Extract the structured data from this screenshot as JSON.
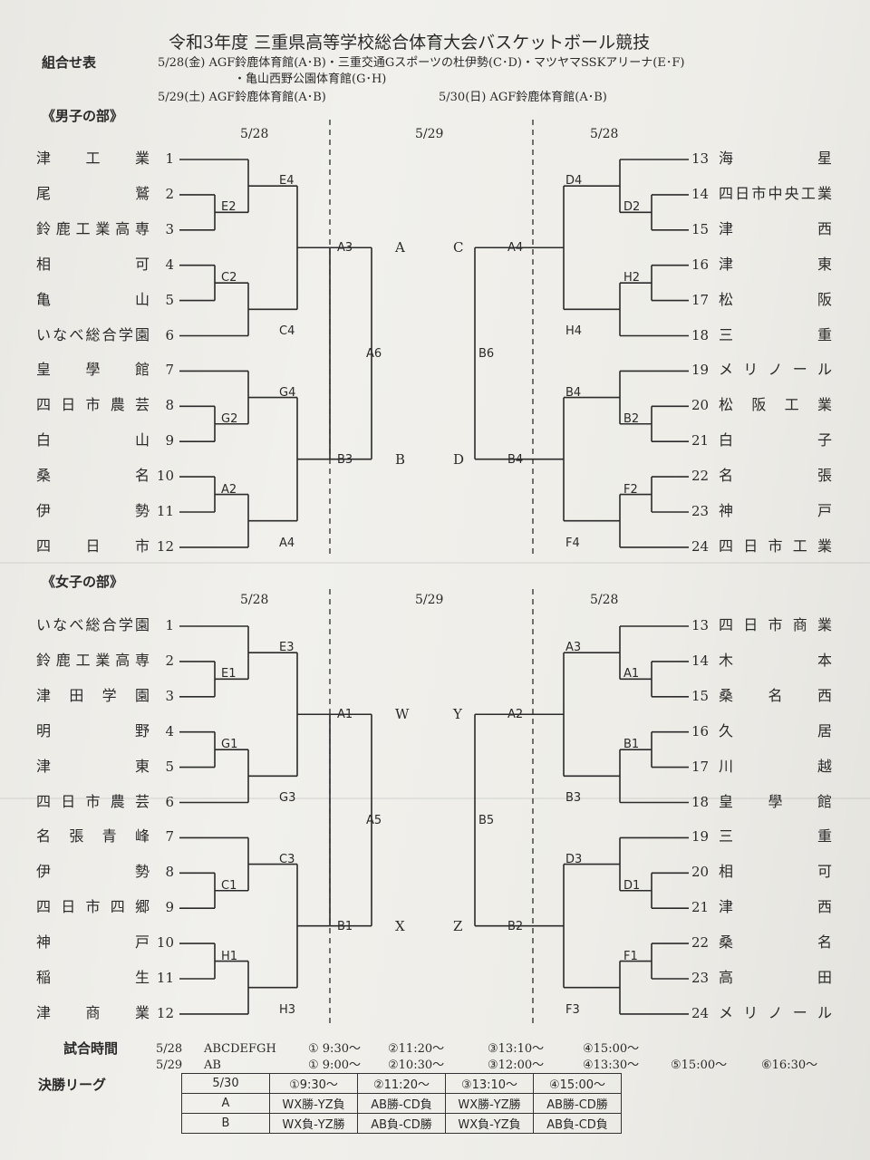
{
  "header": {
    "title": "令和3年度 三重県高等学校総合体育大会バスケットボール競技",
    "section": "組合せ表",
    "venue_line1": "5/28(金) AGF鈴鹿体育館(A･B)・三重交通Gスポーツの杜伊勢(C･D)・マツヤマSSKアリーナ(E･F)",
    "venue_line2": "・亀山西野公園体育館(G･H)",
    "venue_0529": "5/29(土) AGF鈴鹿体育館(A･B)",
    "venue_0530": "5/30(日) AGF鈴鹿体育館(A･B)"
  },
  "boys": {
    "label": "《男子の部》",
    "dates": [
      "5/28",
      "5/29",
      "5/28"
    ],
    "left_teams": [
      {
        "name": "津　工　業",
        "num": "1"
      },
      {
        "name": "尾　　　鷲",
        "num": "2"
      },
      {
        "name": "鈴鹿工業高専",
        "num": "3"
      },
      {
        "name": "相　　　可",
        "num": "4"
      },
      {
        "name": "亀　　　山",
        "num": "5"
      },
      {
        "name": "いなべ総合学園",
        "num": "6"
      },
      {
        "name": "皇　學　館",
        "num": "7"
      },
      {
        "name": "四日市農芸",
        "num": "8"
      },
      {
        "name": "白　　　山",
        "num": "9"
      },
      {
        "name": "桑　　　名",
        "num": "10"
      },
      {
        "name": "伊　　　勢",
        "num": "11"
      },
      {
        "name": "四　日　市",
        "num": "12"
      }
    ],
    "right_teams": [
      {
        "num": "13",
        "name": "海　　　　　星"
      },
      {
        "num": "14",
        "name": "四日市中央工業"
      },
      {
        "num": "15",
        "name": "津　　　　　西"
      },
      {
        "num": "16",
        "name": "津　　　　　東"
      },
      {
        "num": "17",
        "name": "松　　　　　阪"
      },
      {
        "num": "18",
        "name": "三　　　　　重"
      },
      {
        "num": "19",
        "name": "メ リ ノ ー ル"
      },
      {
        "num": "20",
        "name": "松 阪 工 業"
      },
      {
        "num": "21",
        "name": "白　　　　　子"
      },
      {
        "num": "22",
        "name": "名　　　　　張"
      },
      {
        "num": "23",
        "name": "神　　　　　戸"
      },
      {
        "num": "24",
        "name": "四 日 市 工 業"
      }
    ],
    "codes": {
      "l1": "E4",
      "l2": "E2",
      "l3": "C2",
      "l4": "C4",
      "l5": "G4",
      "l6": "G2",
      "l7": "A2",
      "l8": "A4",
      "l9": "A3",
      "l10": "B3",
      "l11": "A6",
      "r1": "D4",
      "r2": "D2",
      "r3": "H2",
      "r4": "H4",
      "r5": "B4",
      "r6": "B2",
      "r7": "F2",
      "r8": "F4",
      "r9": "A4",
      "r10": "B4",
      "r11": "B6"
    },
    "slots": {
      "top_left": "A",
      "bottom_left": "B",
      "top_right": "C",
      "bottom_right": "D"
    }
  },
  "girls": {
    "label": "《女子の部》",
    "dates": [
      "5/28",
      "5/29",
      "5/28"
    ],
    "left_teams": [
      {
        "name": "いなべ総合学園",
        "num": "1"
      },
      {
        "name": "鈴鹿工業高専",
        "num": "2"
      },
      {
        "name": "津 田 学 園",
        "num": "3"
      },
      {
        "name": "明　　　野",
        "num": "4"
      },
      {
        "name": "津　　　東",
        "num": "5"
      },
      {
        "name": "四日市農芸",
        "num": "6"
      },
      {
        "name": "名 張 青 峰",
        "num": "7"
      },
      {
        "name": "伊　　　勢",
        "num": "8"
      },
      {
        "name": "四日市四郷",
        "num": "9"
      },
      {
        "name": "神　　　戸",
        "num": "10"
      },
      {
        "name": "稲　　　生",
        "num": "11"
      },
      {
        "name": "津　商　業",
        "num": "12"
      }
    ],
    "right_teams": [
      {
        "num": "13",
        "name": "四 日 市 商 業"
      },
      {
        "num": "14",
        "name": "木　　　　　本"
      },
      {
        "num": "15",
        "name": "桑　　名　　西"
      },
      {
        "num": "16",
        "name": "久　　　　　居"
      },
      {
        "num": "17",
        "name": "川　　　　　越"
      },
      {
        "num": "18",
        "name": "皇　　學　　館"
      },
      {
        "num": "19",
        "name": "三　　　　　重"
      },
      {
        "num": "20",
        "name": "相　　　　　可"
      },
      {
        "num": "21",
        "name": "津　　　　　西"
      },
      {
        "num": "22",
        "name": "桑　　　　　名"
      },
      {
        "num": "23",
        "name": "高　　　　　田"
      },
      {
        "num": "24",
        "name": "メ リ ノ ー ル"
      }
    ],
    "codes": {
      "l1": "E3",
      "l2": "E1",
      "l3": "G1",
      "l4": "G3",
      "l5": "C3",
      "l6": "C1",
      "l7": "H1",
      "l8": "H3",
      "l9": "A1",
      "l10": "B1",
      "l11": "A5",
      "r1": "A3",
      "r2": "A1",
      "r3": "B1",
      "r4": "B3",
      "r5": "D3",
      "r6": "D1",
      "r7": "F1",
      "r8": "F3",
      "r9": "A2",
      "r10": "B2",
      "r11": "B5"
    },
    "slots": {
      "top_left": "W",
      "bottom_left": "X",
      "top_right": "Y",
      "bottom_right": "Z"
    }
  },
  "schedule": {
    "label": "試合時間",
    "row1": {
      "date": "5/28",
      "courts": "ABCDEFGH",
      "times": [
        "① 9:30～",
        "②11:20～",
        "③13:10～",
        "④15:00～"
      ]
    },
    "row2": {
      "date": "5/29",
      "courts": "AB",
      "times": [
        "① 9:00～",
        "②10:30～",
        "③12:00～",
        "④13:30～",
        "⑤15:00～",
        "⑥16:30～"
      ]
    }
  },
  "final": {
    "label": "決勝リーグ",
    "header": [
      "5/30",
      "①9:30～",
      "②11:20～",
      "③13:10～",
      "④15:00～"
    ],
    "rows": [
      [
        "A",
        "WX勝-YZ負",
        "AB勝-CD負",
        "WX勝-YZ勝",
        "AB勝-CD勝"
      ],
      [
        "B",
        "WX負-YZ勝",
        "AB負-CD勝",
        "WX負-YZ負",
        "AB負-CD負"
      ]
    ]
  }
}
